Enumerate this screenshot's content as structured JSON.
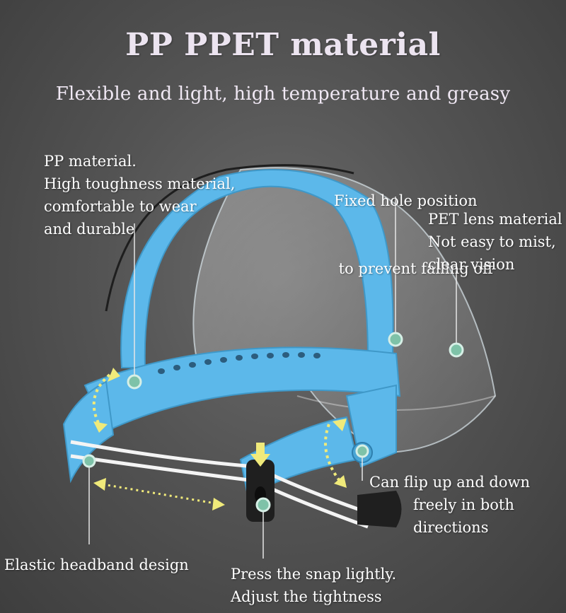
{
  "header": {
    "title": "PP PPET material",
    "subtitle": "Flexible and light, high temperature and greasy"
  },
  "callouts": {
    "pp_material": [
      "PP material.",
      "High toughness material,",
      "comfortable to wear",
      "and durable"
    ],
    "fixed_hole": [
      "Fixed hole position",
      " to prevent falling off"
    ],
    "pet_lens": [
      "PET lens material",
      "Not easy to mist,",
      "clear vision"
    ],
    "flip": [
      "Can flip up and down",
      "freely in both",
      "directions"
    ],
    "elastic": [
      "Elastic headband design"
    ],
    "snap": [
      "Press the snap lightly.",
      "Adjust the tightness"
    ]
  },
  "colors": {
    "headband": "#5cb8ea",
    "dot": "#7ec2a8",
    "arrow": "#f0ea7a"
  }
}
